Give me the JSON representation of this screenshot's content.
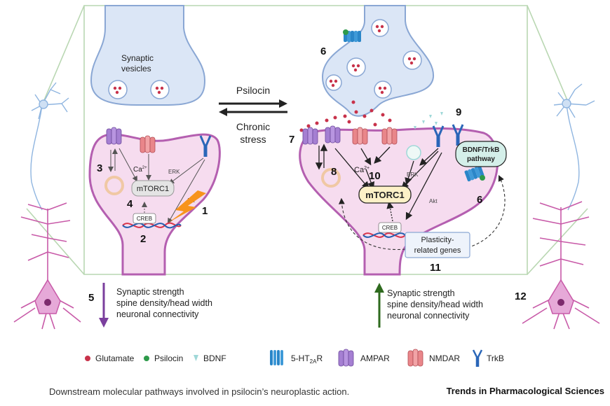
{
  "labels": {
    "synaptic_vesicles_line1": "Synaptic",
    "synaptic_vesicles_line2": "vesicles",
    "psilocin": "Psilocin",
    "chronic_stress_line1": "Chronic",
    "chronic_stress_line2": "stress",
    "ca_left": "Ca",
    "ca_right": "Ca",
    "ca_sup": "2+",
    "erk": "ERK",
    "akt": "Akt",
    "mtorc1": "mTORC1",
    "creb": "CREB",
    "bdnf_trkb_line1": "BDNF/TrkB",
    "bdnf_trkb_line2": "pathway",
    "plasticity_line1": "Plasticity-",
    "plasticity_line2": "related genes"
  },
  "numbers": [
    "1",
    "2",
    "3",
    "4",
    "5",
    "6",
    "7",
    "8",
    "9",
    "10",
    "11",
    "12"
  ],
  "effects": {
    "line1": "Synaptic strength",
    "line2": "spine density/head width",
    "line3": "neuronal connectivity",
    "left_direction": "decrease",
    "right_direction": "increase"
  },
  "legend": [
    {
      "icon": "glutamate-icon",
      "label": "Glutamate"
    },
    {
      "icon": "psilocin-icon",
      "label": "Psilocin"
    },
    {
      "icon": "bdnf-icon",
      "label": "BDNF"
    },
    {
      "icon": "5ht2ar-icon",
      "label": "5-HT",
      "sub": "2A",
      "suffix": "R"
    },
    {
      "icon": "ampar-icon",
      "label": "AMPAR"
    },
    {
      "icon": "nmdar-icon",
      "label": "NMDAR"
    },
    {
      "icon": "trkb-icon",
      "label": "TrkB"
    }
  ],
  "caption": "Downstream molecular pathways involved in psilocin’s neuroplastic action.",
  "brand": "Trends in Pharmacological Sciences",
  "colors": {
    "presynaptic": "#dbe6f6",
    "presynaptic_stroke": "#8aa7d4",
    "postsynaptic": "#f6dcef",
    "postsynaptic_stroke": "#b45fb0",
    "glutamate": "#c8324a",
    "psilocin": "#2e9a4a",
    "ampar": "#a57fd2",
    "nmdar": "#e9868a",
    "ht2ar": "#2a86c8",
    "trkb": "#2a66b8",
    "decrease_arrow": "#7b3f9e",
    "increase_arrow": "#2e6a1e",
    "neuron_blue": "#8fb5e0",
    "neuron_pink": "#c85aa8",
    "frame": "#b9d7b2"
  }
}
